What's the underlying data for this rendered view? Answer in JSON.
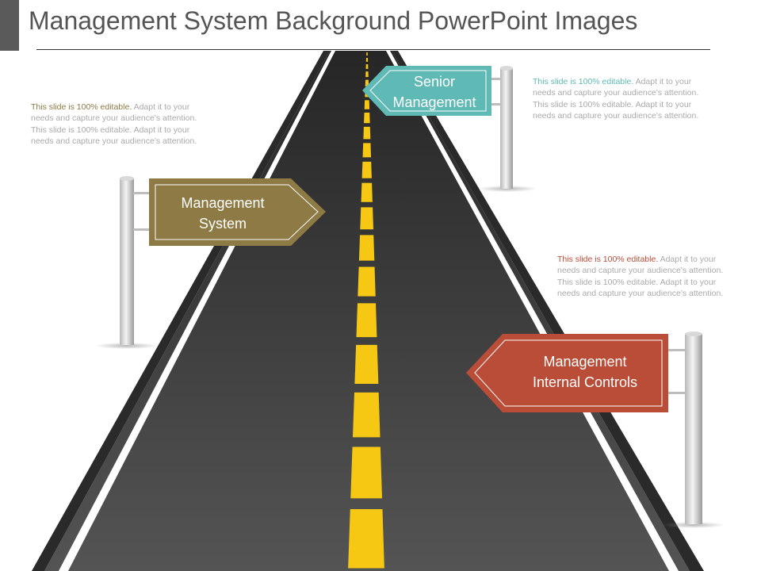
{
  "title": "Management System Background PowerPoint Images",
  "colors": {
    "gold": "#8d7a44",
    "teal": "#5fb9b5",
    "rust": "#b94d37",
    "road": "#3b3b3b",
    "stripe": "#f6c814"
  },
  "signs": [
    {
      "id": "senior-management",
      "line1": "Senior",
      "line2": "Management"
    },
    {
      "id": "management-system",
      "line1": "Management",
      "line2": "System"
    },
    {
      "id": "management-internal-controls",
      "line1": "Management",
      "line2": "Internal Controls"
    }
  ],
  "notes": [
    {
      "lead": "This slide is 100% editable.",
      "body": " Adapt it to your needs and capture your audience's attention. This slide is 100% editable. Adapt it to your needs and capture your audience's attention."
    },
    {
      "lead": "This slide is 100% editable.",
      "body": " Adapt it to your needs and capture your audience's attention. This slide is 100% editable. Adapt it to your needs and capture your audience's attention."
    },
    {
      "lead": "This slide is 100% editable.",
      "body": " Adapt it to your needs and capture your audience's attention. This slide is 100% editable. Adapt it to your needs and capture your audience's attention."
    }
  ]
}
